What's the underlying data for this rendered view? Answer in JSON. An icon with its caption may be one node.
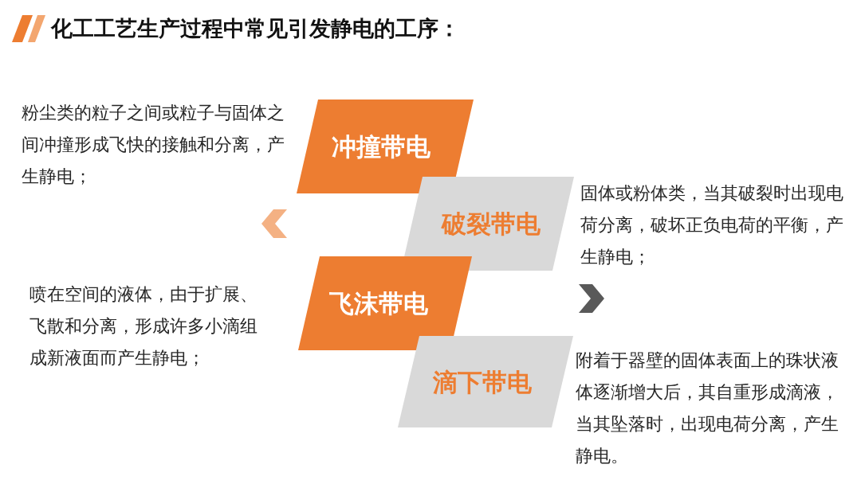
{
  "diagram": {
    "title": "化工工艺生产过程中常见引发静电的工序：",
    "nodes": [
      {
        "text": [
          "冲撞带电"
        ],
        "beside": [
          "粉尘类的粒子之间或粒子与固体之间冲撞形成飞快的接触和分离，产生静电；"
        ]
      },
      {
        "text": [
          "破裂带电"
        ],
        "beside": [
          "固体或粉体类，当其破裂时出现电荷分离，破坏正负电荷的平衡，产生静电；"
        ]
      },
      {
        "text": [
          "飞沫带电"
        ],
        "beside": [
          "喷在空间的液体，由于扩展、飞散和分离，形成许多小滴组成新液面而产生静电；"
        ]
      },
      {
        "text": [
          "滴下带电"
        ],
        "beside": [
          "附着于器壁的固体表面上的珠状液体逐渐增大后，其自重形成滴液，当其坠落时，出现电荷分离，产生静电。"
        ]
      }
    ]
  }
}
